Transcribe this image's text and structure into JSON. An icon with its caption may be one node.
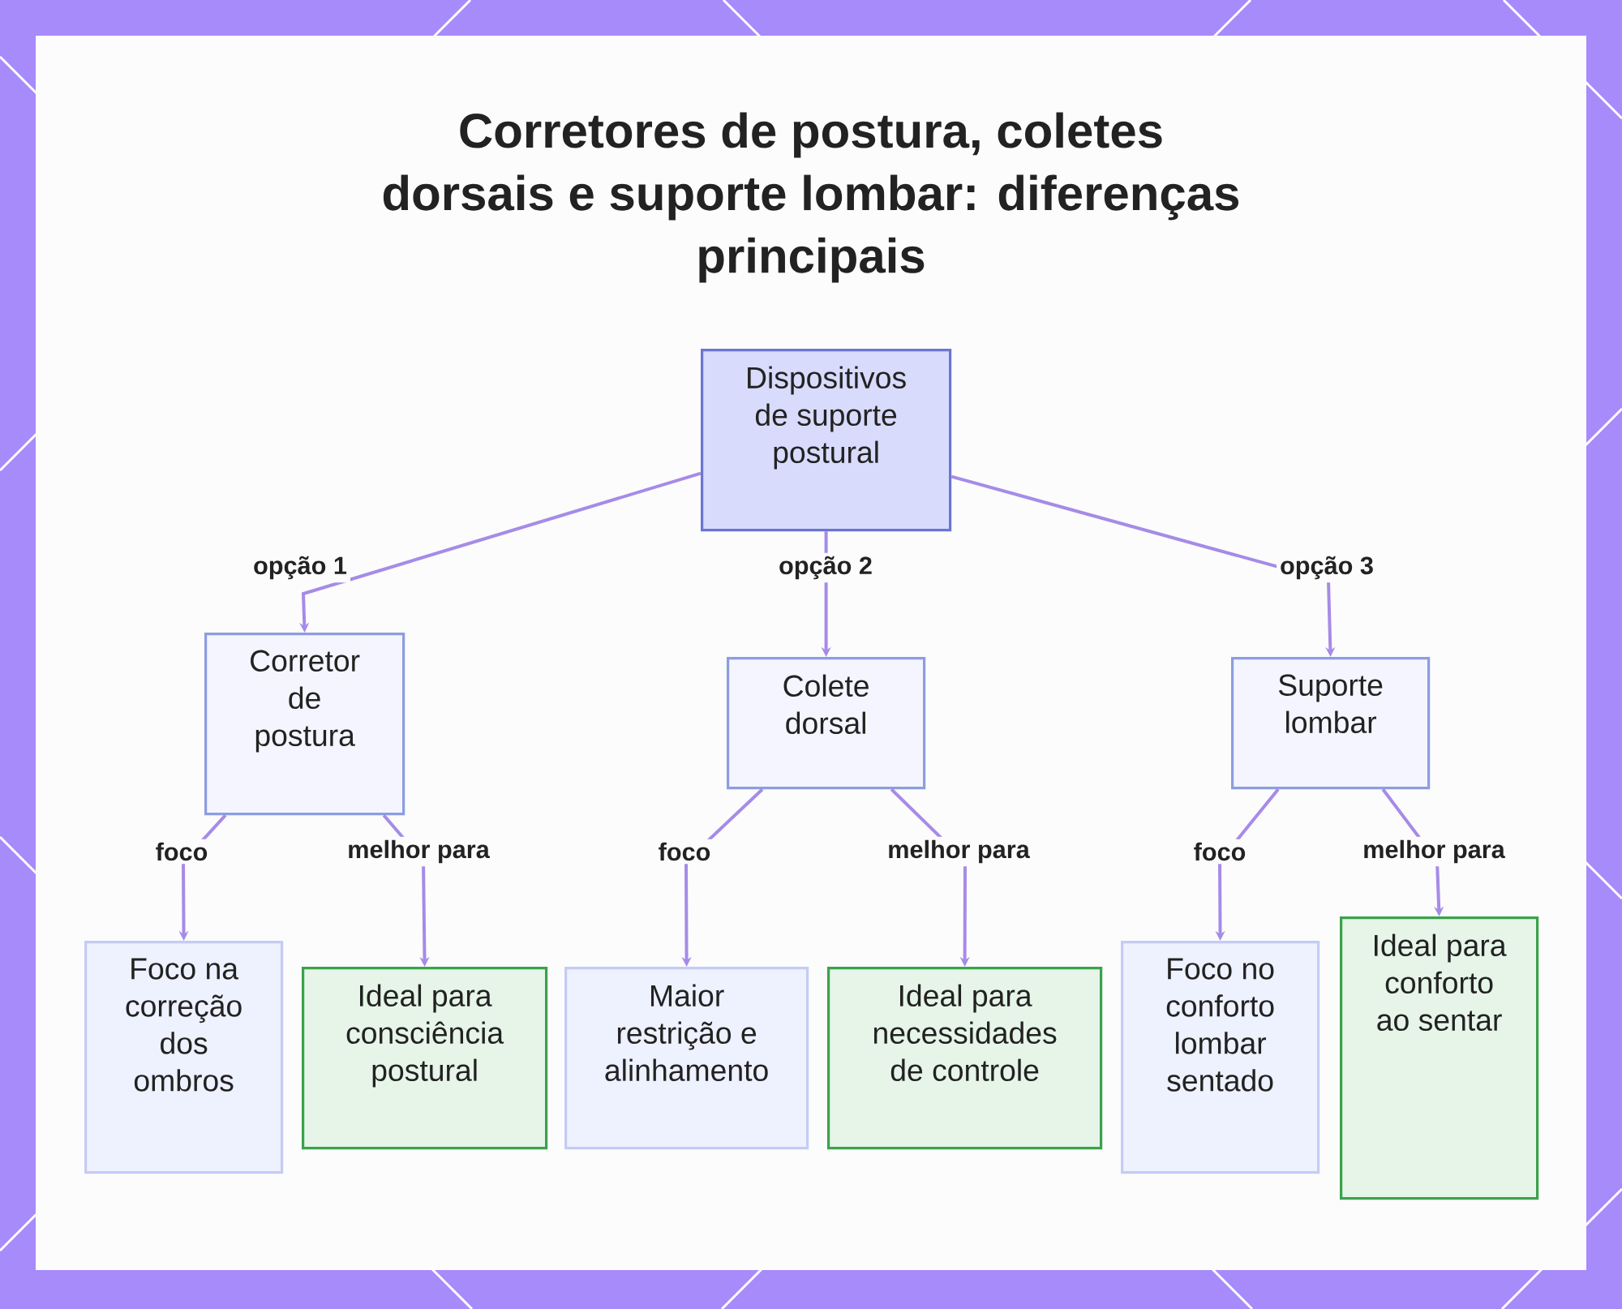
{
  "diagram": {
    "title": "Corretores de postura, coletes dorsais e suporte lombar: diferenças principais",
    "nodes": [
      {
        "text": [
          "Dispositivos de suporte postural"
        ]
      },
      {
        "text": [
          "Corretor de postura"
        ]
      },
      {
        "text": [
          "Colete dorsal"
        ]
      },
      {
        "text": [
          "Suporte lombar"
        ]
      },
      {
        "text": [
          "Foco na correção dos ombros"
        ]
      },
      {
        "text": [
          "Ideal para consciência postural"
        ]
      },
      {
        "text": [
          "Maior restrição e alinhamento"
        ]
      },
      {
        "text": [
          "Ideal para necessidades de controle"
        ]
      },
      {
        "text": [
          "Foco no conforto lombar sentado"
        ]
      },
      {
        "text": [
          "Ideal para conforto ao sentar"
        ]
      }
    ],
    "edges": [
      {
        "from": 0,
        "to": 1,
        "arrow": "to",
        "label": "opção 1"
      },
      {
        "from": 0,
        "to": 2,
        "arrow": "to",
        "label": "opção 2"
      },
      {
        "from": 0,
        "to": 3,
        "arrow": "to",
        "label": "opção 3"
      },
      {
        "from": 1,
        "to": 4,
        "arrow": "to",
        "label": "foco"
      },
      {
        "from": 1,
        "to": 5,
        "arrow": "to",
        "label": "melhor para"
      },
      {
        "from": 2,
        "to": 6,
        "arrow": "to",
        "label": "foco"
      },
      {
        "from": 2,
        "to": 7,
        "arrow": "to",
        "label": "melhor para"
      },
      {
        "from": 3,
        "to": 8,
        "arrow": "to",
        "label": "foco"
      },
      {
        "from": 3,
        "to": 9,
        "arrow": "to",
        "label": "melhor para"
      }
    ]
  }
}
